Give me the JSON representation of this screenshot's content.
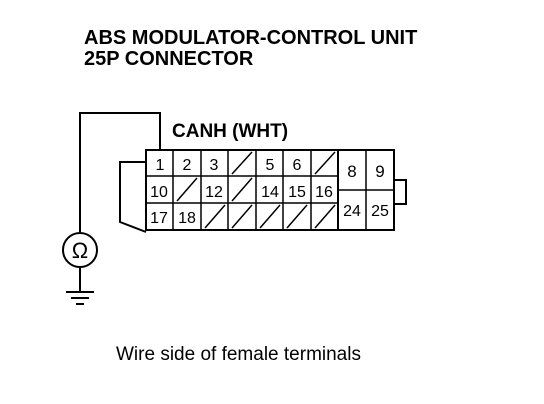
{
  "title": {
    "line1": "ABS MODULATOR-CONTROL UNIT",
    "line2": "25P CONNECTOR"
  },
  "pin_label": "CANH (WHT)",
  "meter_symbol": "Ω",
  "caption": "Wire side of female terminals",
  "connector": {
    "row1": [
      "1",
      "2",
      "3",
      "",
      "5",
      "6",
      ""
    ],
    "row2": [
      "10",
      "",
      "12",
      "",
      "14",
      "15",
      "16"
    ],
    "row3": [
      "17",
      "18",
      "",
      "",
      "",
      "",
      ""
    ],
    "side_top": [
      "8",
      "9"
    ],
    "side_bottom": [
      "24",
      "25"
    ]
  },
  "colors": {
    "ink": "#000000",
    "paper": "#ffffff"
  }
}
